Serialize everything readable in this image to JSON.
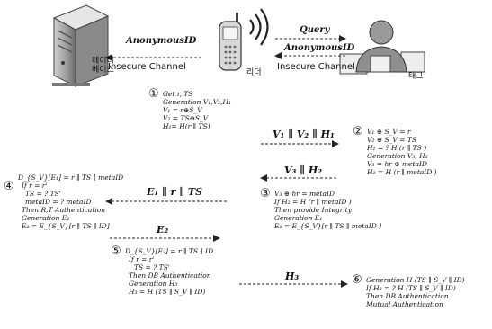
{
  "top": {
    "db_label": "데이터\n베이스",
    "reader_label": "리더",
    "tag_label": "태그",
    "anonymous_left": "AnonymousID",
    "channel_left": "Insecure Channel",
    "query": "Query",
    "anonymous_right": "AnonymousID",
    "channel_right": "Insecure Channel"
  },
  "steps": {
    "s1": "①",
    "s2": "②",
    "s3": "③",
    "s4": "④",
    "s5": "⑤",
    "s6": "⑥"
  },
  "messages": {
    "m1": "V₁ ∥ V₂ ∥ H₁",
    "m2": "V₃ ∥ H₂",
    "m3": "E₁ ∥ r ∥ TS",
    "m4": "E₂",
    "m5": "H₃"
  },
  "block1": [
    "Get r, TS",
    "Generation V₁,V₂,H₁",
    "V₁ = r⊕S_V",
    "V₂ = TS⊕S_V",
    "H₁= H(r ∥ TS)"
  ],
  "block2": [
    "V₁ ⊕ S_V = r",
    "V₂ ⊕ S_V = TS",
    "H₁ = ? H (r ∥ TS )",
    "Generation V₃, H₂",
    "V₃ = hr ⊕ metaID",
    "H₂ = H (r ∥ metaID )"
  ],
  "block3": [
    "V₃ ⊕ hr = metaID",
    "If H₂ = H (r ∥ metaID )",
    "Then provide Integrity",
    "Generation E₁",
    "E₁ = E_{S_V}[r ∥ TS ∥ metaID ]"
  ],
  "block4": [
    "D_{S_V}[E₁] = r ∥ TS ∥ metaID",
    "If r = r'",
    "TS = ? TS'",
    "metaID = ? metaID",
    "Then R,T Authentication",
    "Generation E₂",
    "E₂ = E_{S_V}[r ∥ TS ∥ ID]"
  ],
  "block5": [
    "D_{S_V}[E₂] = r ∥ TS ∥ ID",
    "If r = r'",
    "TS = ? TS'",
    "Then DB Authentication",
    "Generation H₃",
    "H₃ = H (TS ∥ S_V ∥ ID)"
  ],
  "block6": [
    "Generation H (TS ∥ S_V ∥ ID)",
    "If H₃ = ? H (TS ∥ S_V ∥ ID)",
    "Then DB Authentication",
    "Mutual Authentication"
  ]
}
